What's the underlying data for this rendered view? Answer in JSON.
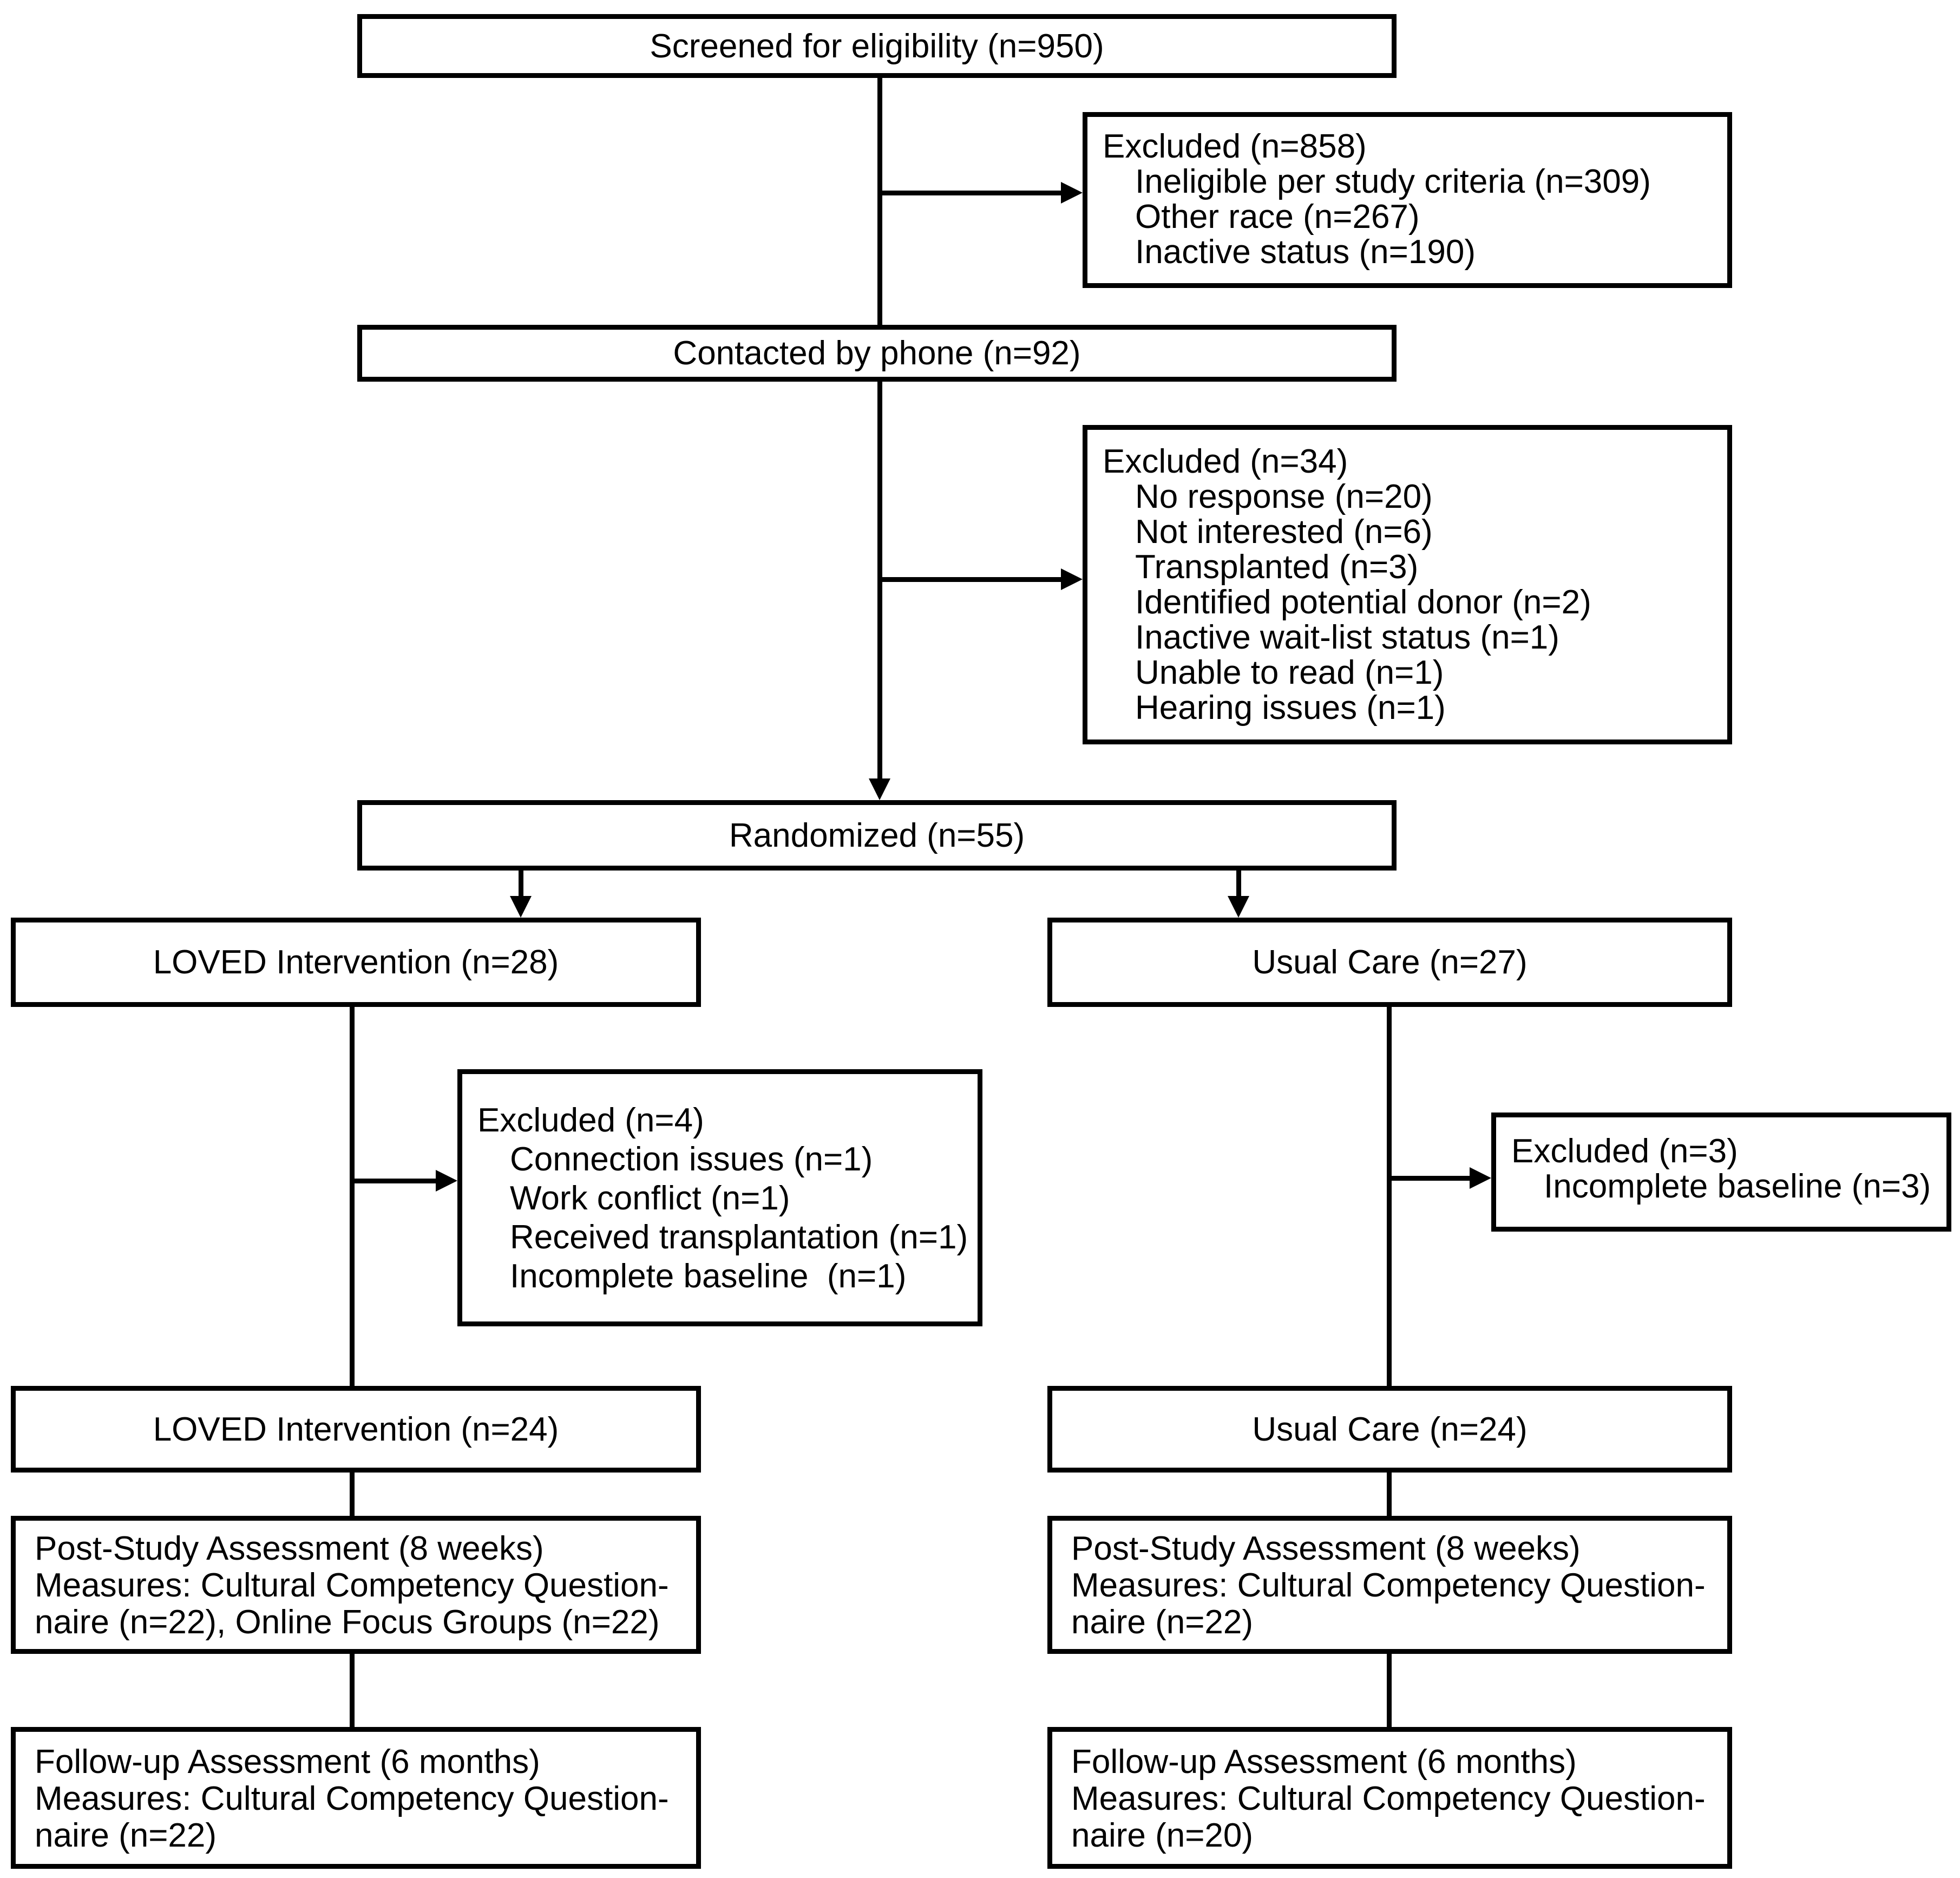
{
  "colors": {
    "ink": "#000000",
    "background": "#ffffff"
  },
  "boxes": {
    "screened": {
      "label": "Screened for eligibility (n=950)"
    },
    "excluded_screening": {
      "title": "Excluded (n=858)",
      "items": [
        "Ineligible per study criteria (n=309)",
        "Other race (n=267)",
        "Inactive status (n=190)"
      ]
    },
    "contacted": {
      "label": "Contacted by phone (n=92)"
    },
    "excluded_phone": {
      "title": "Excluded (n=34)",
      "items": [
        "No response (n=20)",
        "Not interested (n=6)",
        "Transplanted (n=3)",
        "Identified potential donor (n=2)",
        "Inactive wait-list status (n=1)",
        "Unable to read (n=1)",
        "Hearing issues (n=1)"
      ]
    },
    "randomized": {
      "label": "Randomized (n=55)"
    },
    "loved_arm": {
      "label": "LOVED Intervention (n=28)"
    },
    "usual_arm": {
      "label": "Usual Care (n=27)"
    },
    "excluded_loved": {
      "title": "Excluded (n=4)",
      "items": [
        "Connection issues (n=1)",
        "Work conflict (n=1)",
        "Received transplantation (n=1)",
        "Incomplete baseline  (n=1)"
      ]
    },
    "excluded_usual": {
      "title": "Excluded (n=3)",
      "items": [
        "Incomplete baseline (n=3)"
      ]
    },
    "loved_retained": {
      "label": "LOVED Intervention (n=24)"
    },
    "usual_retained": {
      "label": "Usual Care (n=24)"
    },
    "post_study_loved": {
      "lines": [
        "Post-Study Assessment (8 weeks)",
        "Measures: Cultural Competency Question-",
        "naire (n=22), Online Focus Groups (n=22)"
      ]
    },
    "post_study_usual": {
      "lines": [
        "Post-Study Assessment (8 weeks)",
        "Measures: Cultural Competency Question-",
        "naire (n=22)"
      ]
    },
    "followup_loved": {
      "lines": [
        "Follow-up Assessment (6 months)",
        "Measures: Cultural Competency Question-",
        "naire (n=22)"
      ]
    },
    "followup_usual": {
      "lines": [
        "Follow-up Assessment (6 months)",
        "Measures: Cultural Competency Question-",
        "naire (n=20)"
      ]
    }
  }
}
